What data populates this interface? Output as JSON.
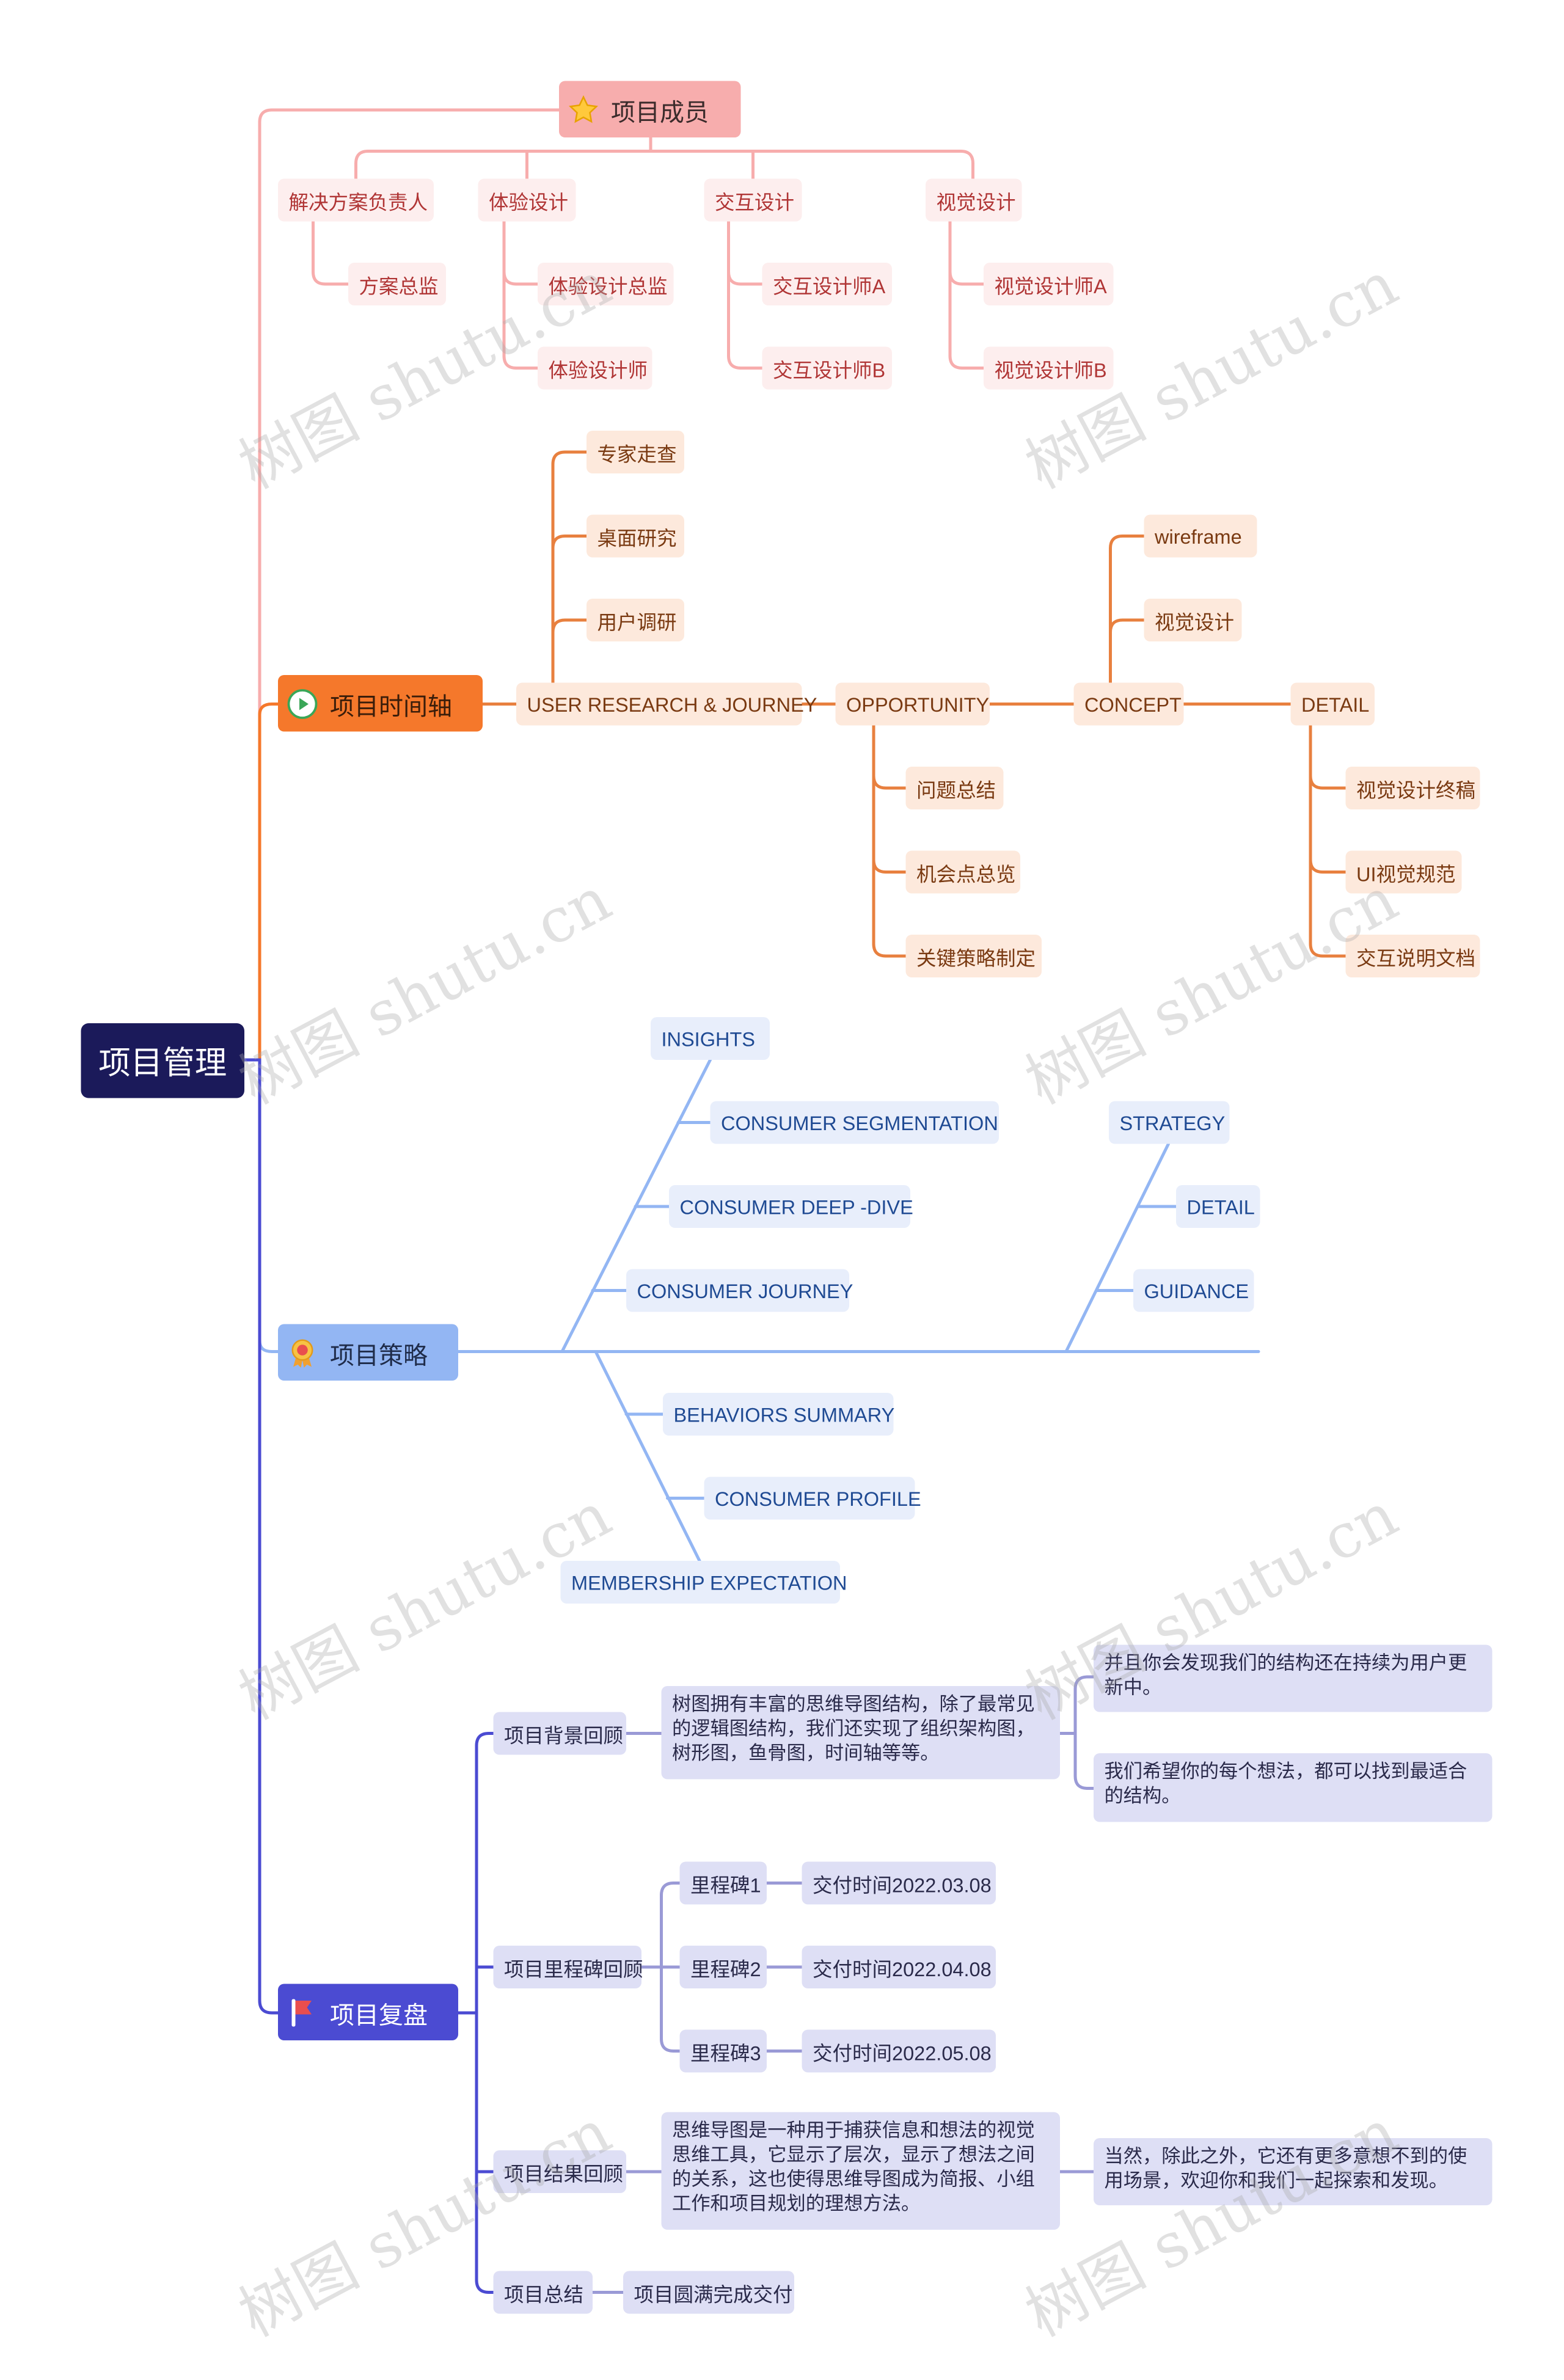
{
  "root": "项目管理",
  "branches": {
    "members": {
      "title": "项目成员",
      "icon": "star-icon",
      "groups": [
        {
          "label": "解决方案负责人",
          "children": [
            "方案总监"
          ]
        },
        {
          "label": "体验设计",
          "children": [
            "体验设计总监",
            "体验设计师"
          ]
        },
        {
          "label": "交互设计",
          "children": [
            "交互设计师A",
            "交互设计师B"
          ]
        },
        {
          "label": "视觉设计",
          "children": [
            "视觉设计师A",
            "视觉设计师B"
          ]
        }
      ]
    },
    "timeline": {
      "title": "项目时间轴",
      "icon": "play-icon",
      "stages": [
        {
          "label": "USER RESEARCH & JOURNEY",
          "children": [
            "专家走查",
            "桌面研究",
            "用户调研"
          ]
        },
        {
          "label": "OPPORTUNITY",
          "children": [
            "问题总结",
            "机会点总览",
            "关键策略制定"
          ]
        },
        {
          "label": "CONCEPT",
          "children": [
            "wireframe",
            "视觉设计"
          ]
        },
        {
          "label": "DETAIL",
          "children": [
            "视觉设计终稿",
            "UI视觉规范",
            "交互说明文档"
          ]
        }
      ]
    },
    "strategy": {
      "title": "项目策略",
      "icon": "award-ribbon-icon",
      "insights": {
        "label": "INSIGHTS",
        "children": [
          "CONSUMER SEGMENTATION",
          "CONSUMER DEEP -DIVE",
          "CONSUMER JOURNEY"
        ]
      },
      "strategy": {
        "label": "STRATEGY",
        "children": [
          "DETAIL",
          "GUIDANCE"
        ]
      },
      "membership": {
        "label": "MEMBERSHIP EXPECTATION",
        "children": [
          "BEHAVIORS SUMMARY",
          "CONSUMER PROFILE"
        ]
      }
    },
    "review": {
      "title": "项目复盘",
      "icon": "flag-icon",
      "background": {
        "label": "项目背景回顾",
        "text": "树图拥有丰富的思维导图结构，除了最常见的逻辑图结构，我们还实现了组织架构图，树形图，鱼骨图，时间轴等等。",
        "notes": [
          "并且你会发现我们的结构还在持续为用户更新中。",
          "我们希望你的每个想法，都可以找到最适合的结构。"
        ]
      },
      "milestones": {
        "label": "项目里程碑回顾",
        "items": [
          {
            "label": "里程碑1",
            "value": "交付时间2022.03.08"
          },
          {
            "label": "里程碑2",
            "value": "交付时间2022.04.08"
          },
          {
            "label": "里程碑3",
            "value": "交付时间2022.05.08"
          }
        ]
      },
      "result": {
        "label": "项目结果回顾",
        "text": "思维导图是一种用于捕获信息和想法的视觉思维工具，它显示了层次，显示了想法之间的关系，这也使得思维导图成为简报、小组工作和项目规划的理想方法。",
        "note": "当然，除此之外，它还有更多意想不到的使用场景，欢迎你和我们一起探索和发现。"
      },
      "summary": {
        "label": "项目总结",
        "value": "项目圆满完成交付"
      }
    }
  },
  "watermark": "树图 shutu.cn",
  "colors": {
    "pink": "#f7adad",
    "orange": "#f5782b",
    "blue": "#93b6f3",
    "purple": "#4b4bd2",
    "root": "#1b1a5a"
  }
}
